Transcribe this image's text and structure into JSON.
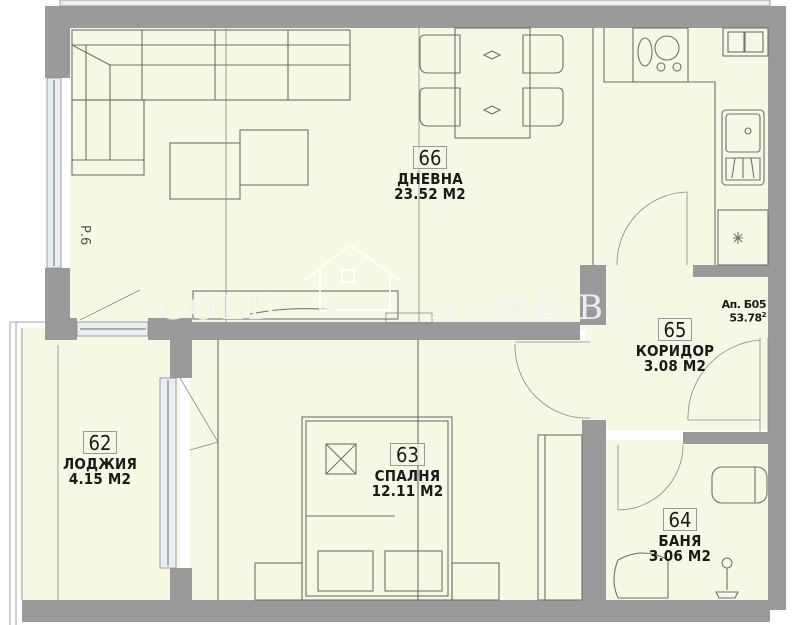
{
  "plan": {
    "apartment": {
      "label": "Ап. Б05",
      "area": "53.78",
      "area_unit_sup": "2"
    },
    "window_mark": "Р.6",
    "watermark": {
      "left": "GOLD",
      "right": "HOME.BG"
    },
    "colors": {
      "floor": "#f6f8e4",
      "wall": "#9a9a9a",
      "line": "#6d6d6d",
      "text": "#1a1a1a"
    },
    "rooms": [
      {
        "id": "66",
        "name": "ДНЕВНА",
        "area": "23.52 М2"
      },
      {
        "id": "65",
        "name": "КОРИДОР",
        "area": "3.08 М2"
      },
      {
        "id": "62",
        "name": "ЛОДЖИЯ",
        "area": "4.15 М2"
      },
      {
        "id": "63",
        "name": "СПАЛНЯ",
        "area": "12.11 М2"
      },
      {
        "id": "64",
        "name": "БАНЯ",
        "area": "3.06 М2"
      }
    ]
  }
}
